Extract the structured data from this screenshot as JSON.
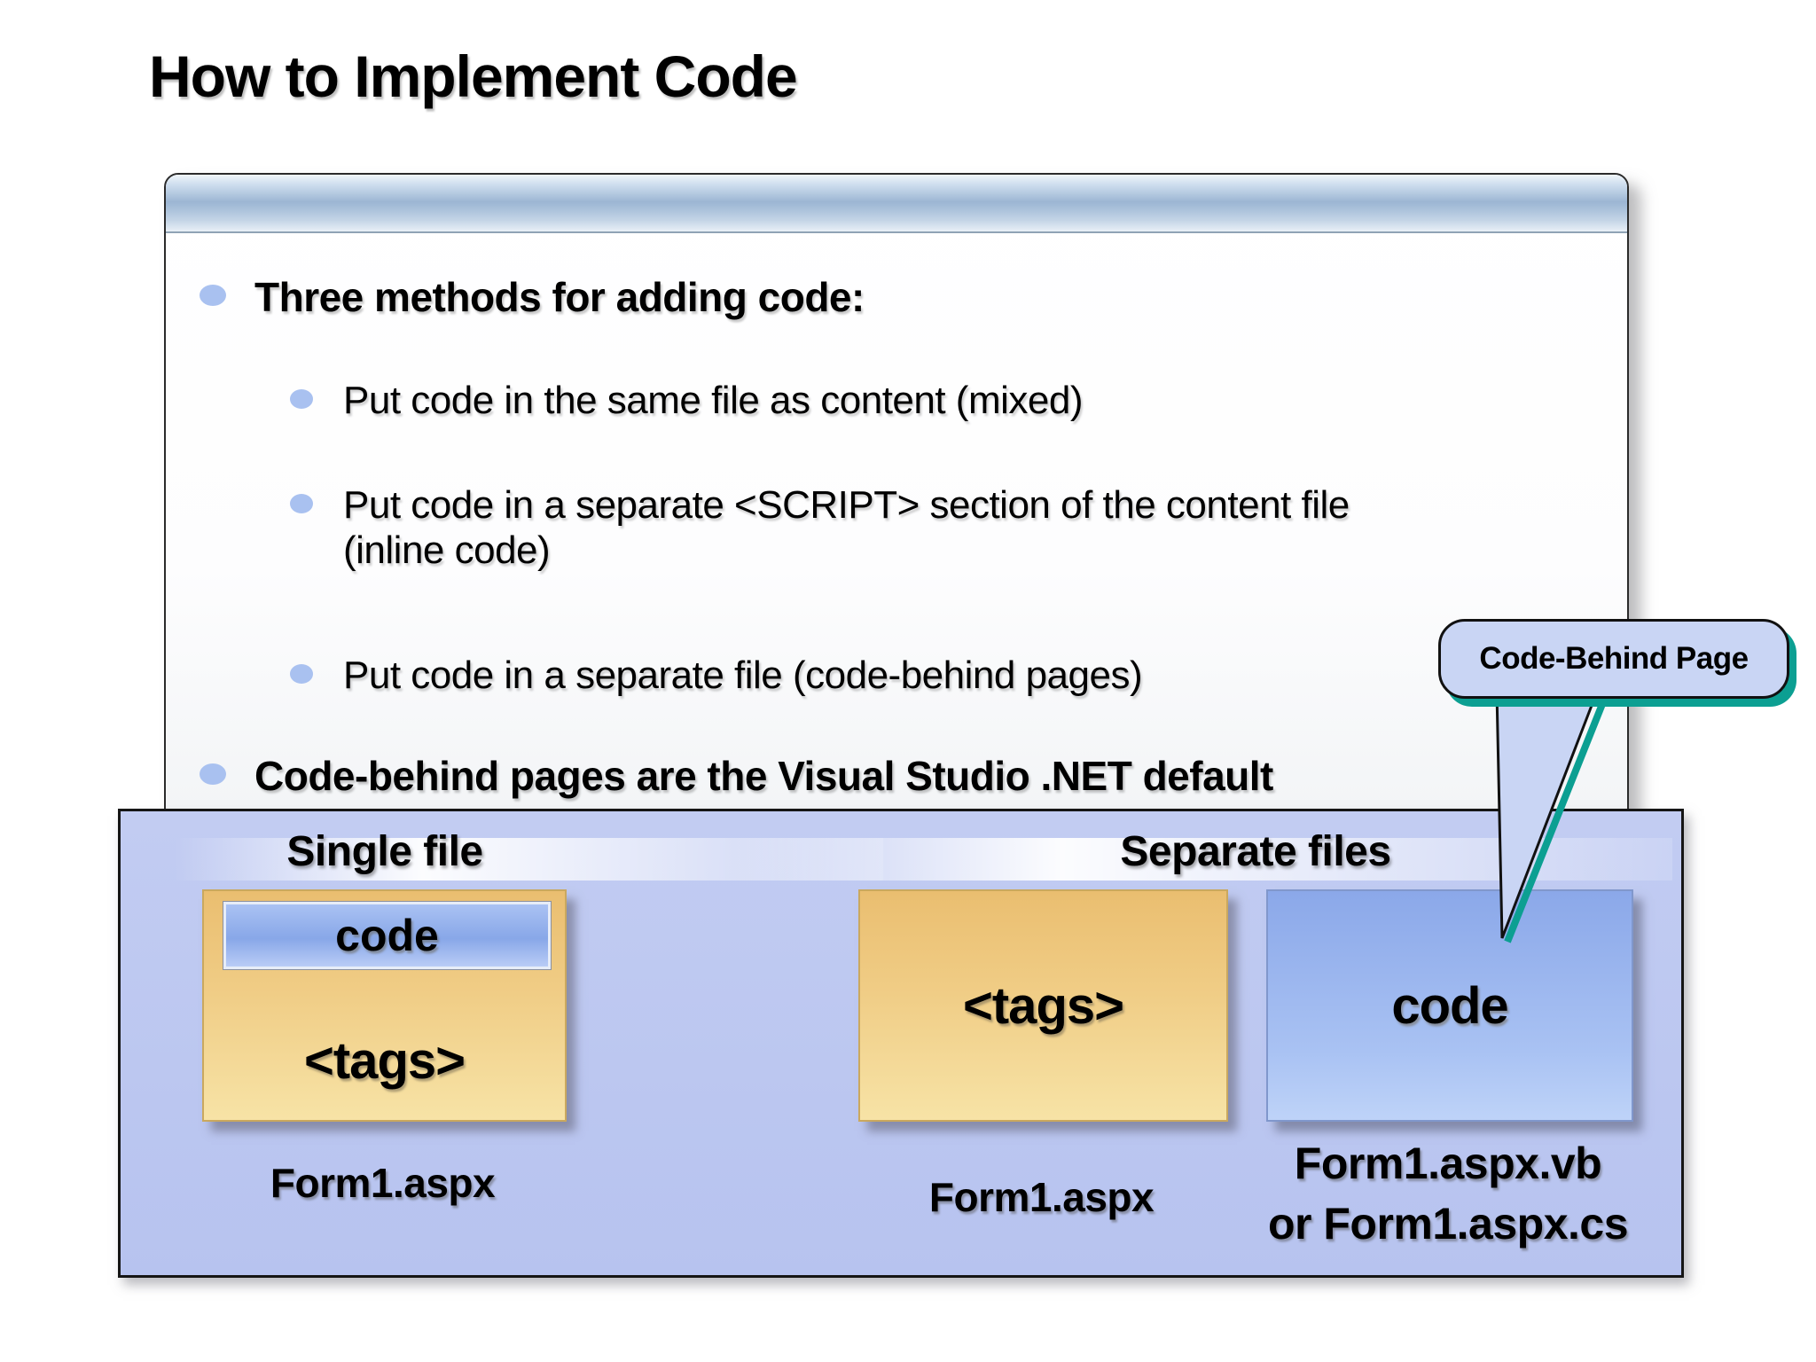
{
  "slide": {
    "title": "How to Implement Code"
  },
  "window": {
    "bullets": [
      {
        "level": 1,
        "text": "Three methods for adding code:"
      },
      {
        "level": 2,
        "text": "Put code in the same file as content (mixed)"
      },
      {
        "level": 2,
        "text": "Put code in a separate <SCRIPT> section of the content file (inline code)"
      },
      {
        "level": 2,
        "text": "Put code in a separate file (code-behind pages)"
      },
      {
        "level": 1,
        "text": "Code-behind pages are the Visual Studio .NET default"
      }
    ]
  },
  "callout": {
    "label": "Code-Behind Page"
  },
  "diagram": {
    "single": {
      "header": "Single file",
      "code_label": "code",
      "tags_label": "<tags>",
      "file_label": "Form1.aspx"
    },
    "separate": {
      "header": "Separate files",
      "tags_label": "<tags>",
      "code_label": "code",
      "tags_file_label": "Form1.aspx",
      "code_file_line1": "Form1.aspx.vb",
      "code_file_line2": "or Form1.aspx.cs"
    }
  },
  "colors": {
    "callout_fill": "#c9d5f4",
    "callout_shadow_teal": "#0c9f92",
    "panel_background": "#b9c4ef",
    "tan_box": "#eec27a",
    "blue_box": "#8ba8e9",
    "bullet_dot": "#a9c1f0",
    "titlebar_blue": "#9cb6d3"
  }
}
